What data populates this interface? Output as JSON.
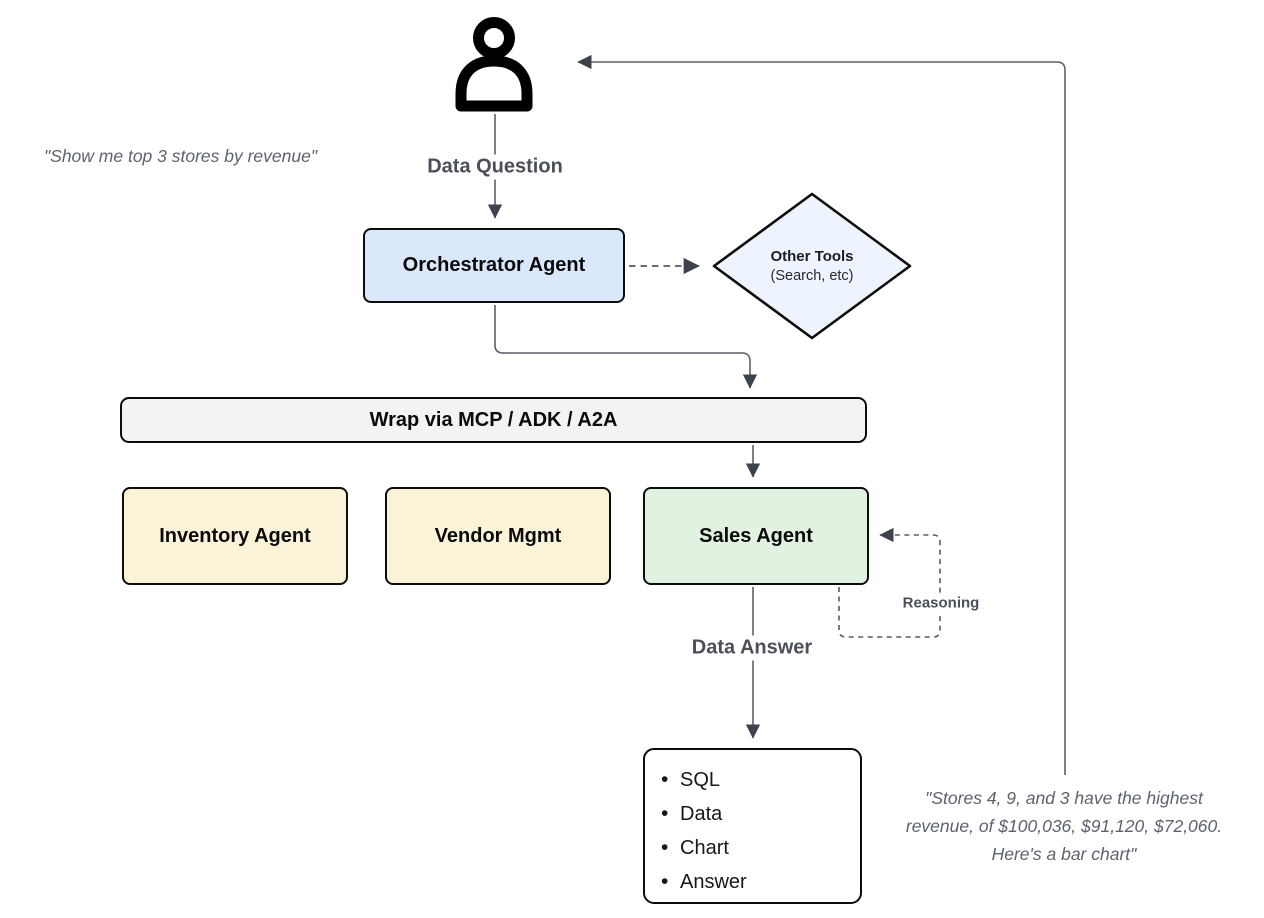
{
  "user_flow": {
    "user_query": "\"Show me top 3 stores by revenue\"",
    "answer_quote": "\"Stores 4, 9, and 3 have the highest\nrevenue, of $100,036, $91,120, $72,060.\nHere's a bar chart\""
  },
  "edge_labels": {
    "data_question": "Data Question",
    "data_answer": "Data Answer",
    "reasoning": "Reasoning"
  },
  "nodes": {
    "orchestrator": {
      "label": "Orchestrator Agent"
    },
    "other_tools": {
      "title": "Other Tools",
      "subtitle": "(Search, etc)"
    },
    "wrap_bar": {
      "label": "Wrap via MCP / ADK / A2A"
    },
    "inventory": {
      "label": "Inventory Agent"
    },
    "vendor": {
      "label": "Vendor Mgmt"
    },
    "sales": {
      "label": "Sales Agent"
    },
    "output": {
      "items": [
        "SQL",
        "Data",
        "Chart",
        "Answer"
      ]
    }
  },
  "icons": {
    "user": "person-icon"
  },
  "colors": {
    "orchestrator_fill": "#dbe8fc",
    "other_tools_fill": "#eef4fd",
    "wrap_bar_fill": "#f2f3f4",
    "worker_agent_fill": "#fbf3d8",
    "sales_agent_fill": "#e1f3e0",
    "node_border": "#0d0d0d",
    "edge_stroke": "#5a6169",
    "arrowhead_fill": "#3d434c",
    "edge_label_text": "#4b5058",
    "quote_text": "#5d636d"
  }
}
